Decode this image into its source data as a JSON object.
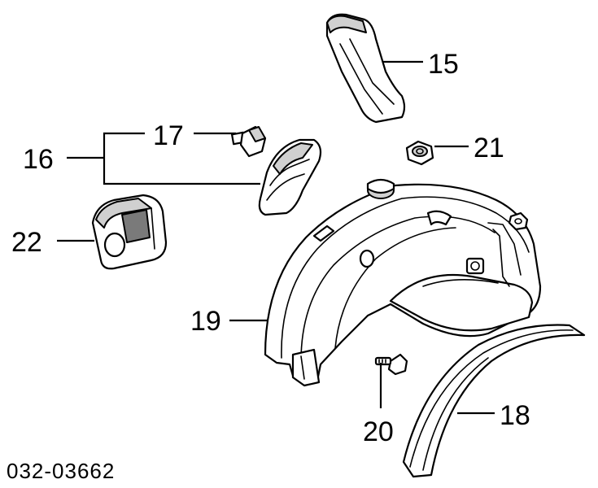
{
  "drawing_code": "032-03662",
  "callouts": {
    "p15": "15",
    "p16": "16",
    "p17": "17",
    "p18": "18",
    "p19": "19",
    "p20": "20",
    "p21": "21",
    "p22": "22"
  }
}
